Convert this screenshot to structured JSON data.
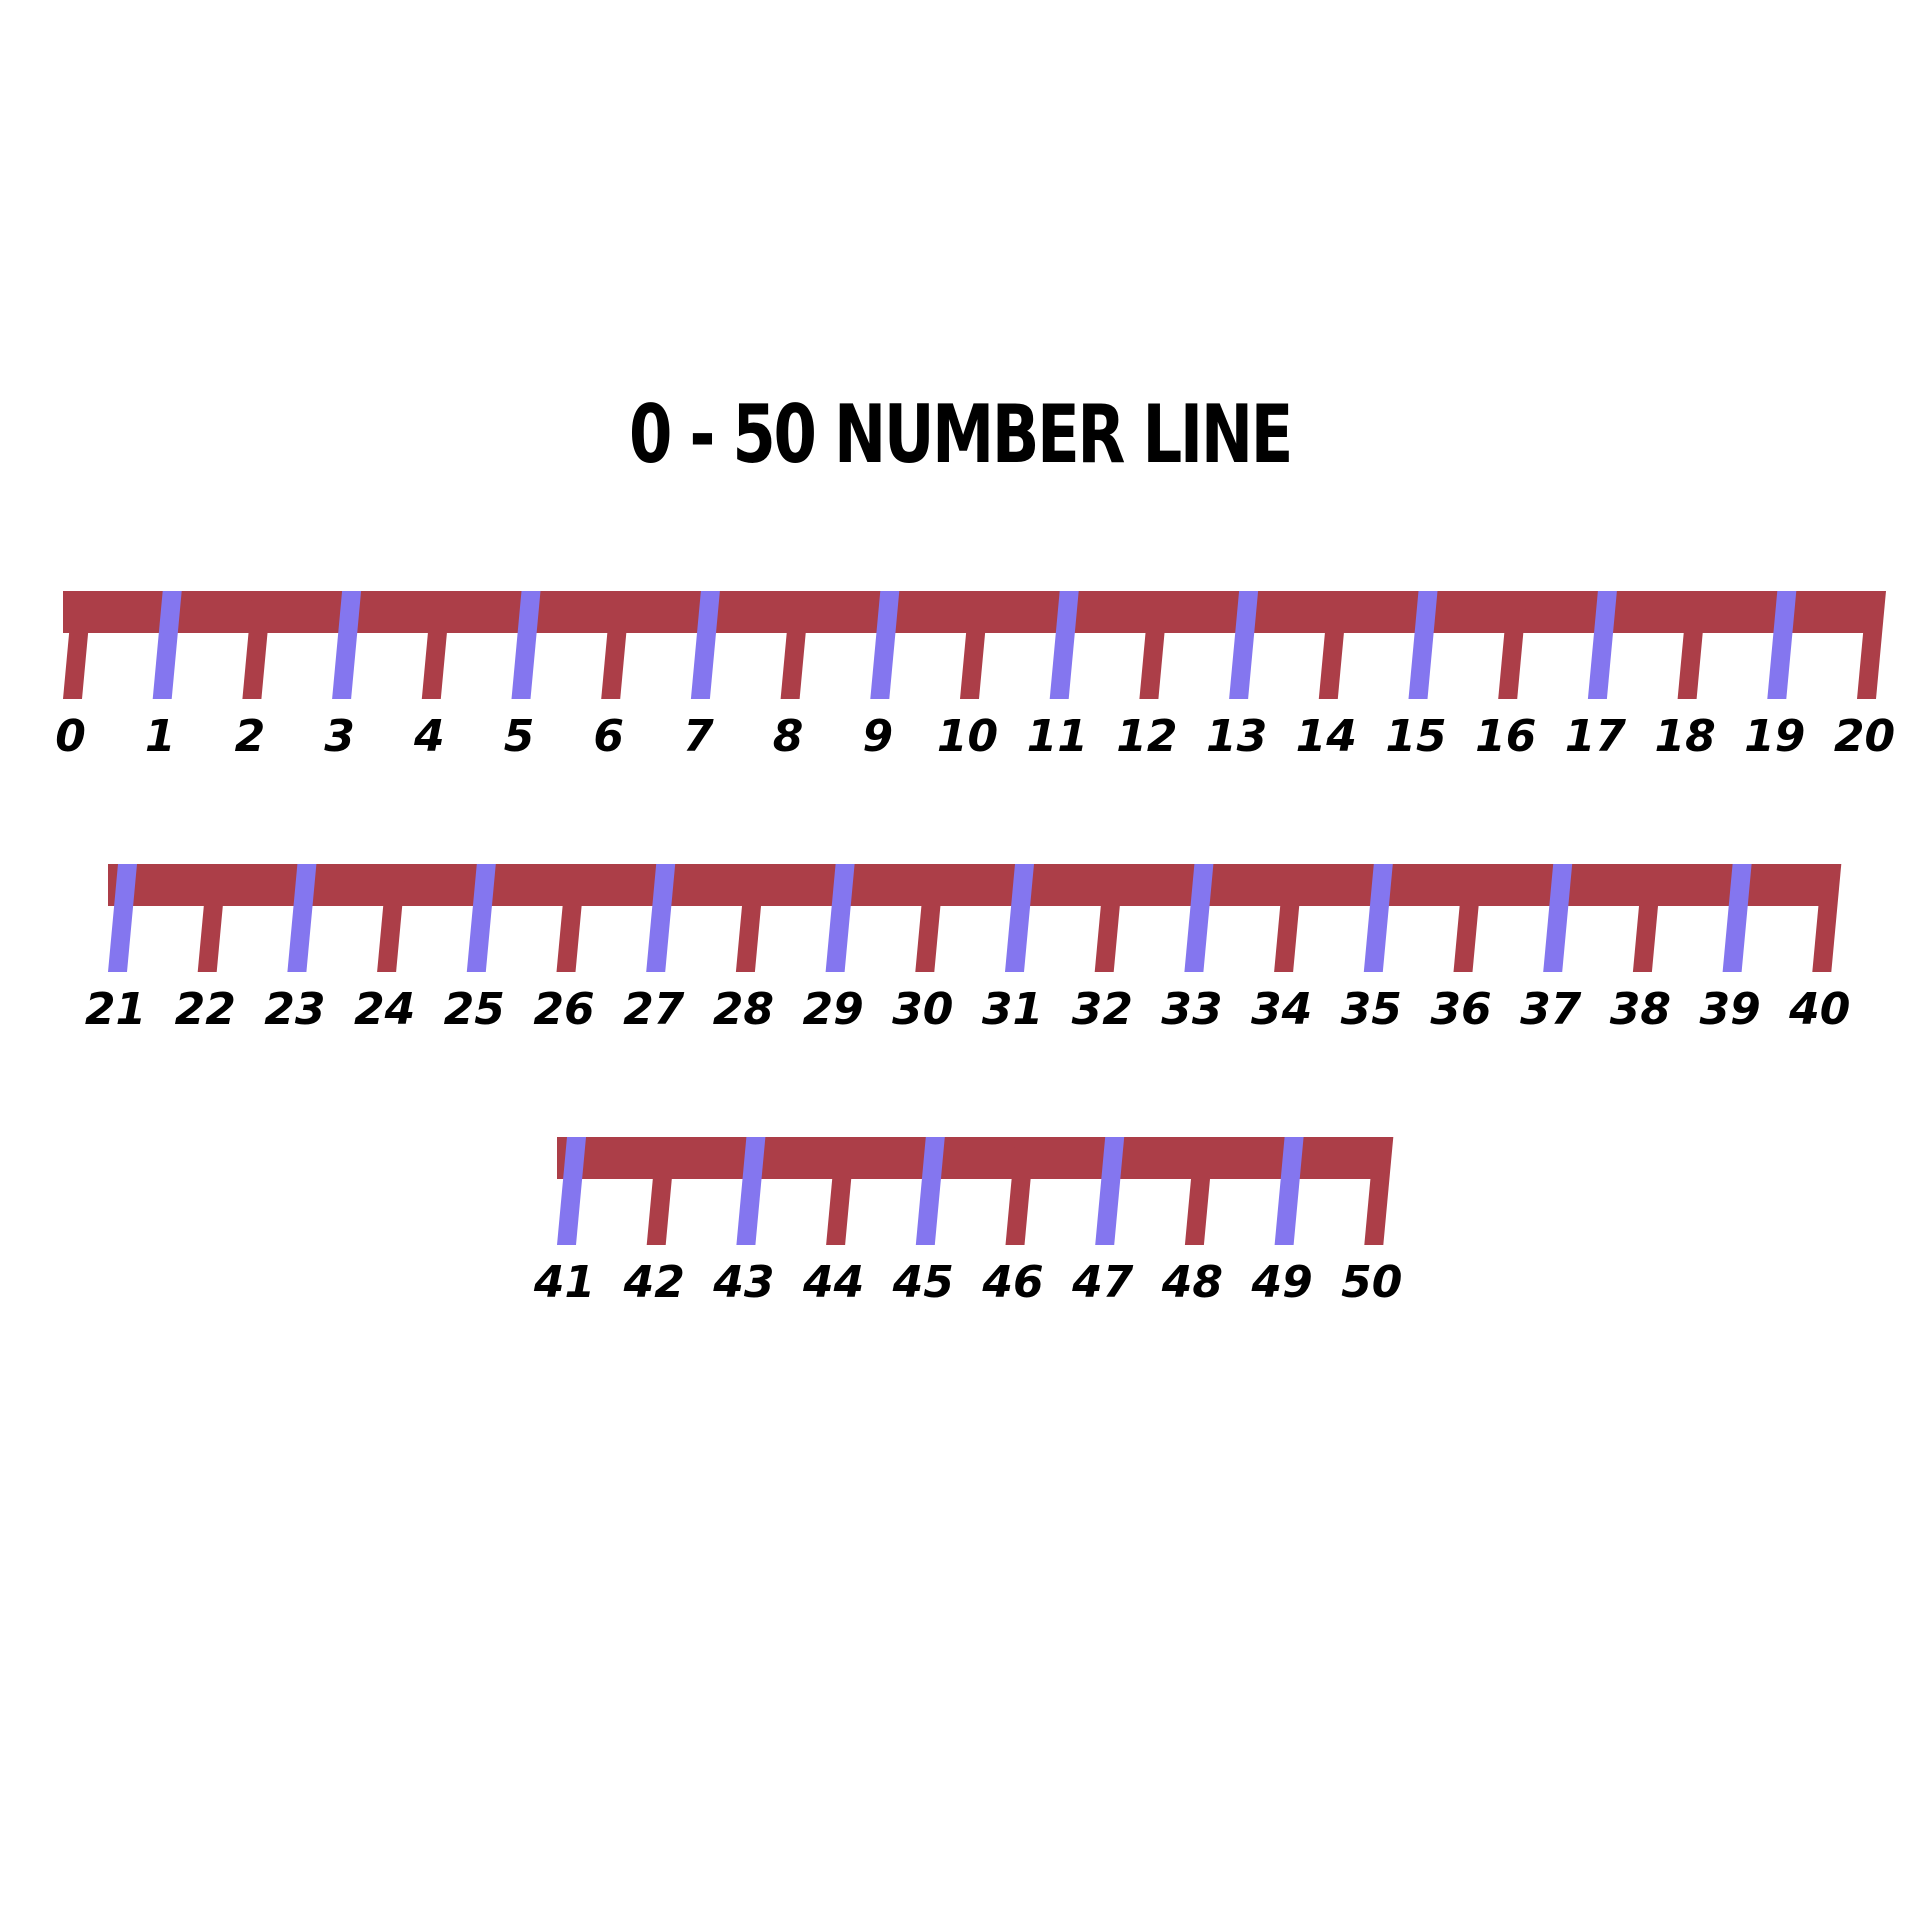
{
  "title": "0 - 50 NUMBER LINE",
  "colors": {
    "bar": "#ac3e48",
    "tick_even": "#ac3e48",
    "tick_odd": "#8476ef",
    "label": "#000000"
  },
  "number_lines": [
    {
      "start": 0,
      "end": 20
    },
    {
      "start": 21,
      "end": 40
    },
    {
      "start": 41,
      "end": 50
    }
  ]
}
